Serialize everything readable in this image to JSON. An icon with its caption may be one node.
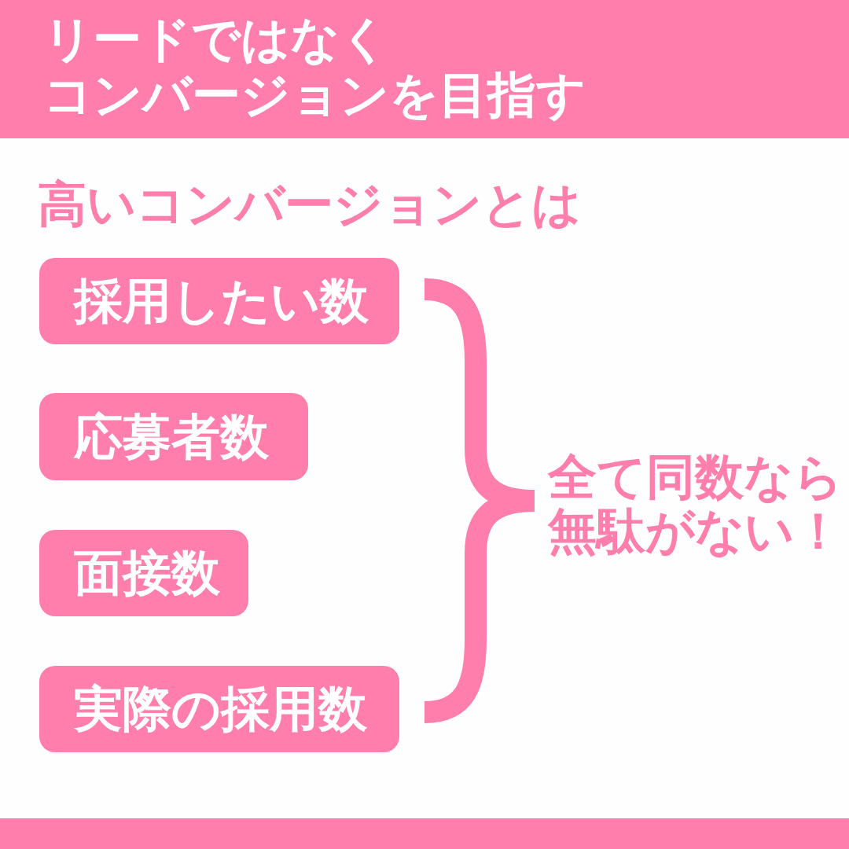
{
  "diagram": {
    "title": "リードではなくコンバージョンを目指す",
    "nodes": [
      {
        "text": [
          "採用したい数"
        ]
      },
      {
        "text": [
          "応募者数"
        ]
      },
      {
        "text": [
          "面接数"
        ]
      },
      {
        "text": [
          "実際の採用数"
        ]
      }
    ],
    "labels": [
      "高いコンバージョンとは",
      "全て同数なら無駄がない！"
    ]
  }
}
